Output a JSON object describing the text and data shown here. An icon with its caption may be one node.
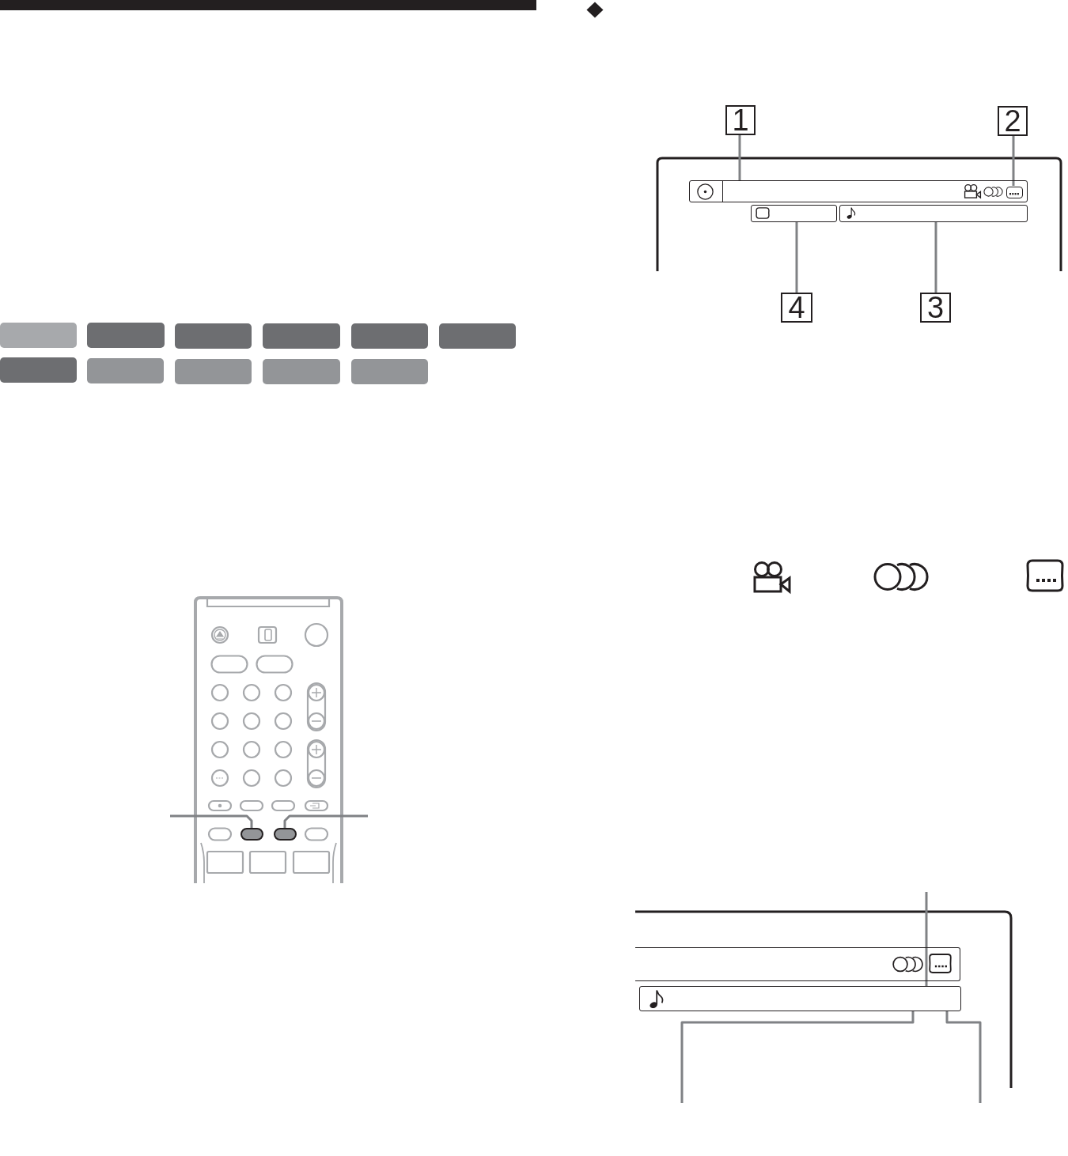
{
  "diagram": {
    "nodes": [
      {
        "text": [
          "1"
        ]
      },
      {
        "text": [
          "2"
        ]
      },
      {
        "text": [],
        "shape": "bar"
      },
      {
        "text": [],
        "shape": "box",
        "in": 2
      },
      {
        "text": [],
        "shape": "bar"
      },
      {
        "text": [],
        "shape": "bar"
      },
      {
        "text": [
          "4"
        ]
      },
      {
        "text": [
          "3"
        ]
      },
      {
        "text": [],
        "shape": "box"
      },
      {
        "text": [],
        "shape": "box"
      },
      {
        "text": [],
        "shape": "bar"
      },
      {
        "text": [],
        "shape": "bar"
      },
      {
        "text": [],
        "shape": "box"
      },
      {
        "text": [],
        "shape": "box"
      },
      {
        "text": [],
        "shape": "box"
      },
      {
        "text": [],
        "shape": "box"
      },
      {
        "text": [],
        "shape": "box"
      },
      {
        "text": [],
        "shape": "box"
      },
      {
        "text": [],
        "shape": "box"
      },
      {
        "text": [],
        "shape": "box"
      },
      {
        "text": [],
        "shape": "box"
      },
      {
        "text": [],
        "shape": "box"
      },
      {
        "text": [],
        "shape": "box"
      }
    ],
    "edges": [
      {
        "from": 0,
        "to": 2,
        "arrow": "none"
      },
      {
        "from": 1,
        "to": 3,
        "arrow": "none"
      },
      {
        "from": 6,
        "to": 4,
        "arrow": "none"
      },
      {
        "from": 7,
        "to": 5,
        "arrow": "none"
      },
      {
        "from": null,
        "to": 8,
        "arrow": "none"
      },
      {
        "from": null,
        "to": 9,
        "arrow": "none"
      },
      {
        "from": null,
        "to": 11,
        "arrow": "none"
      },
      {
        "from": null,
        "to": 11,
        "arrow": "none"
      },
      {
        "from": null,
        "to": 11,
        "arrow": "none"
      }
    ]
  }
}
